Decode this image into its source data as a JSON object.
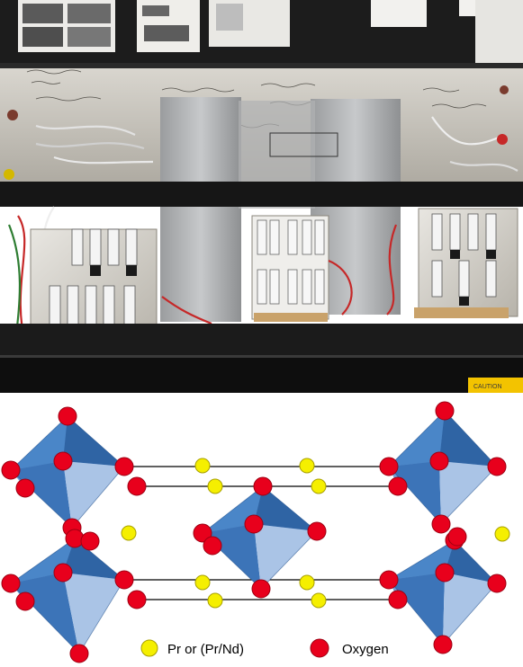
{
  "photo": {
    "caution_label": "CAUTION"
  },
  "legend": {
    "ion_label": "Pr or (Pr/Nd)",
    "oxygen_label": "Oxygen"
  },
  "colors": {
    "octahedron": "#4a86c8",
    "octahedron_dark": "#2f64a4",
    "oxygen": "#e8001c",
    "pr_ion": "#f5ef00",
    "bond_line": "#000000"
  }
}
